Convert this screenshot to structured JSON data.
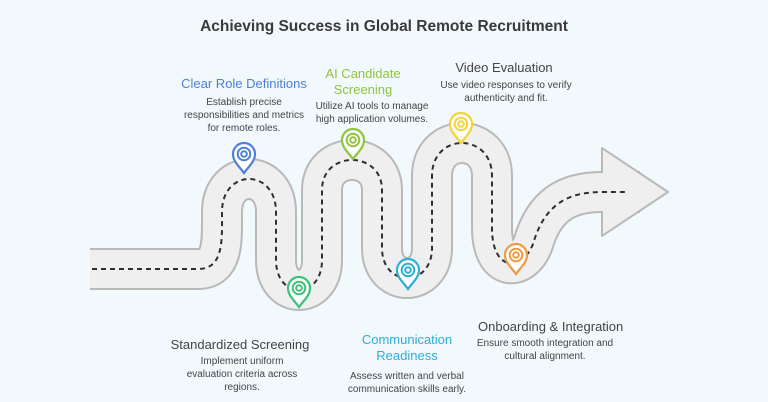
{
  "title": "Achieving Success in Global Remote Recruitment",
  "colors": {
    "background": "#f1f9fd",
    "road_fill": "#efefef",
    "road_border": "#b9b9b9",
    "dash": "#2f2f2f"
  },
  "steps": [
    {
      "title": "Clear Role Definitions",
      "description": "Establish precise responsibilities and metrics for remote roles.",
      "color": "#4f7fd6",
      "icon": "location-pin-icon"
    },
    {
      "title": "Standardized Screening",
      "description": "Implement uniform evaluation criteria across regions.",
      "color": "#3ec07b",
      "icon": "location-pin-icon"
    },
    {
      "title": "AI Candidate Screening",
      "description": "Utilize AI tools to manage high application volumes.",
      "color": "#8fc43e",
      "icon": "location-pin-icon"
    },
    {
      "title": "Communication Readiness",
      "description": "Assess written and verbal communication skills early.",
      "color": "#2eaed6",
      "icon": "location-pin-icon"
    },
    {
      "title": "Video Evaluation",
      "description": "Use video responses to verify authenticity and fit.",
      "color": "#f2d43a",
      "icon": "location-pin-icon"
    },
    {
      "title": "Onboarding & Integration",
      "description": "Ensure smooth integration and cultural alignment.",
      "color": "#ec9a45",
      "icon": "location-pin-icon"
    }
  ]
}
